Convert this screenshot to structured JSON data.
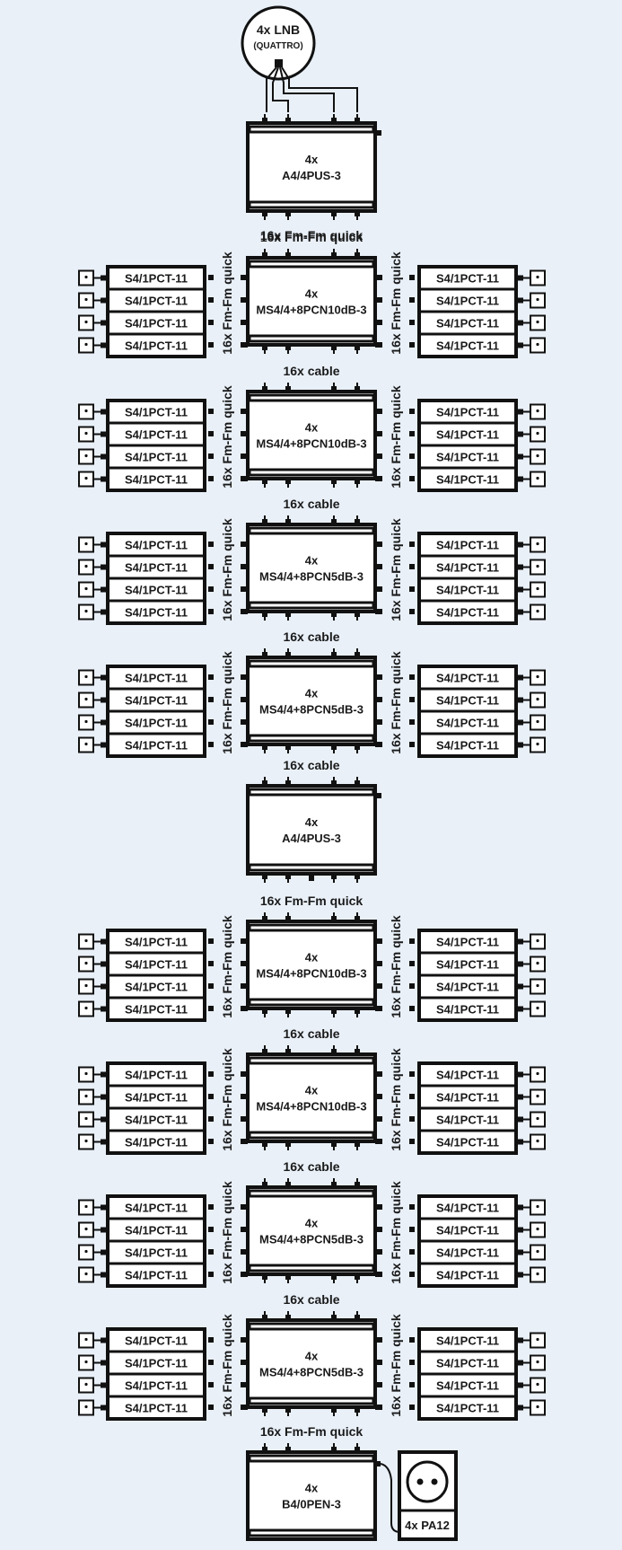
{
  "diagram": {
    "title": "Satellite multiswitch distribution cascade",
    "colors": {
      "background": "#e9f0f8",
      "line": "#111111",
      "fill": "#ffffff",
      "text": "#1a1a1a"
    },
    "lnb": {
      "line1": "4x LNB",
      "line2": "(QUATTRO)"
    },
    "amp_top": {
      "qty": "4x",
      "model": "A4/4PUS-3"
    },
    "amp_mid": {
      "qty": "4x",
      "model": "A4/4PUS-3"
    },
    "terminator": {
      "qty": "4x",
      "model": "B4/0PEN-3"
    },
    "power_supply": {
      "label": "4x PA12",
      "icon": "power-socket-icon"
    },
    "cable_labels": {
      "fm_quick": "16x Fm-Fm quick",
      "cable": "16x cable",
      "side": "16x Fm-Fm quick"
    },
    "tap_label": "S4/1PCT-11",
    "socket_icon": "tv-outlet-icon",
    "stages": [
      {
        "qty": "4x",
        "model": "MS4/4+8PCN10dB-3",
        "above": "16x Fm-Fm quick",
        "below": "16x cable"
      },
      {
        "qty": "4x",
        "model": "MS4/4+8PCN10dB-3",
        "above": "16x cable",
        "below": "16x cable"
      },
      {
        "qty": "4x",
        "model": "MS4/4+8PCN5dB-3",
        "above": "16x cable",
        "below": "16x cable"
      },
      {
        "qty": "4x",
        "model": "MS4/4+8PCN5dB-3",
        "above": "16x cable",
        "below": "16x cable"
      },
      {
        "qty": "4x",
        "model": "MS4/4+8PCN10dB-3",
        "above": "16x Fm-Fm quick",
        "below": "16x cable"
      },
      {
        "qty": "4x",
        "model": "MS4/4+8PCN10dB-3",
        "above": "16x cable",
        "below": "16x cable"
      },
      {
        "qty": "4x",
        "model": "MS4/4+8PCN5dB-3",
        "above": "16x cable",
        "below": "16x cable"
      },
      {
        "qty": "4x",
        "model": "MS4/4+8PCN5dB-3",
        "above": "16x cable",
        "below": "16x Fm-Fm quick"
      }
    ]
  }
}
